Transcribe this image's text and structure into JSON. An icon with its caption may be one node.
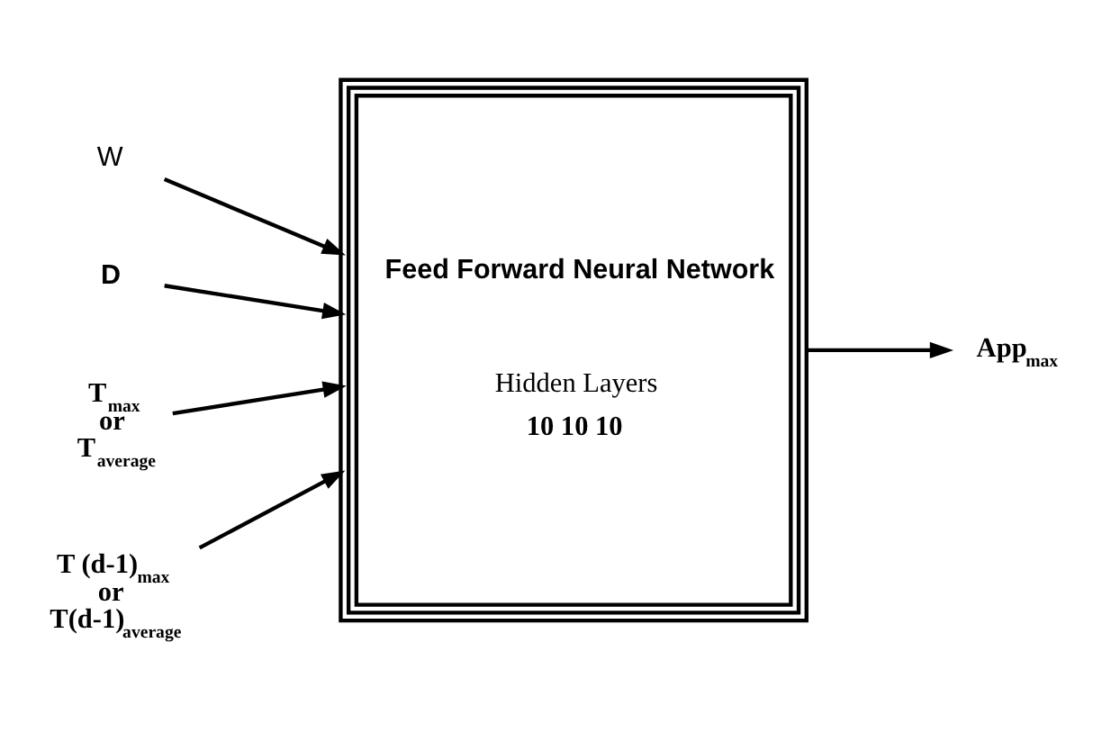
{
  "diagram": {
    "nodes": [
      {
        "text": [
          "W"
        ]
      },
      {
        "text": [
          "D"
        ]
      },
      {
        "text": [
          "T$_{max}$ or T$_{average}$"
        ]
      },
      {
        "text": [
          "T (d-1)$_{max}$ or T(d-1)$_{average}$"
        ]
      },
      {
        "text": [
          "Feed Forward Neural Network",
          "Hidden Layers",
          "10 10 10"
        ]
      },
      {
        "text": [
          "App$_{max}$"
        ]
      }
    ],
    "edges": [
      {
        "from": 0,
        "to": 4,
        "arrow": "to"
      },
      {
        "from": 1,
        "to": 4,
        "arrow": "to"
      },
      {
        "from": 2,
        "to": 4,
        "arrow": "to"
      },
      {
        "from": 3,
        "to": 4,
        "arrow": "to"
      },
      {
        "from": 4,
        "to": 5,
        "arrow": "to"
      }
    ]
  }
}
